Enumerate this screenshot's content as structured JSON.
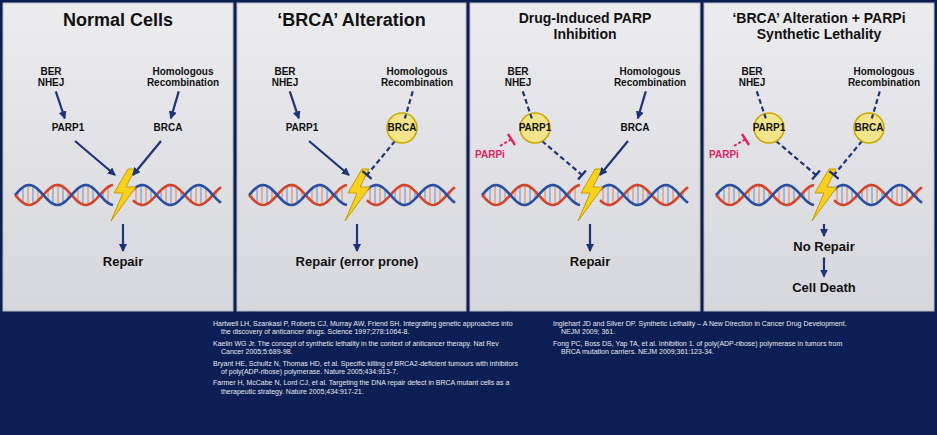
{
  "diagram": {
    "nodes": [
      {
        "text": [
          "Normal Cells"
        ]
      },
      {
        "text": [
          "BER NHEJ"
        ],
        "in": 0
      },
      {
        "text": [
          "Homologous Recombination"
        ],
        "in": 0
      },
      {
        "text": [
          "PARP1"
        ],
        "in": 0
      },
      {
        "text": [
          "BRCA"
        ],
        "in": 0
      },
      {
        "text": [
          "Repair"
        ],
        "in": 0
      },
      {
        "text": [
          "‘BRCA’ Alteration"
        ]
      },
      {
        "text": [
          "BER NHEJ"
        ],
        "in": 6
      },
      {
        "text": [
          "Homologous Recombination"
        ],
        "in": 6
      },
      {
        "text": [
          "PARP1"
        ],
        "in": 6
      },
      {
        "text": [
          "BRCA"
        ],
        "in": 6
      },
      {
        "text": [
          "Repair (error prone)"
        ],
        "in": 6
      },
      {
        "text": [
          "Drug-Induced PARP Inhibition"
        ]
      },
      {
        "text": [
          "BER NHEJ"
        ],
        "in": 12
      },
      {
        "text": [
          "Homologous Recombination"
        ],
        "in": 12
      },
      {
        "text": [
          "PARP1"
        ],
        "in": 12
      },
      {
        "text": [
          "BRCA"
        ],
        "in": 12
      },
      {
        "text": [
          "Repair"
        ],
        "in": 12
      },
      {
        "text": [
          "‘BRCA’ Alteration + PARPi Synthetic Lethality"
        ]
      },
      {
        "text": [
          "BER NHEJ"
        ],
        "in": 18
      },
      {
        "text": [
          "Homologous Recombination"
        ],
        "in": 18
      },
      {
        "text": [
          "PARP1"
        ],
        "in": 18
      },
      {
        "text": [
          "BRCA"
        ],
        "in": 18
      },
      {
        "text": [
          "No Repair"
        ],
        "in": 18
      },
      {
        "text": [
          "Cell Death"
        ],
        "in": 18
      }
    ],
    "edges": [
      {
        "from": 1,
        "to": 3,
        "arrow": "to"
      },
      {
        "from": 2,
        "to": 4,
        "arrow": "to"
      },
      {
        "from": 7,
        "to": 9,
        "arrow": "to"
      },
      {
        "from": 8,
        "to": 10,
        "arrow": "none"
      },
      {
        "from": 13,
        "to": 15,
        "arrow": "none"
      },
      {
        "from": 14,
        "to": 16,
        "arrow": "to"
      },
      {
        "from": 19,
        "to": 21,
        "arrow": "none"
      },
      {
        "from": 20,
        "to": 22,
        "arrow": "none"
      },
      {
        "from": 23,
        "to": 24,
        "arrow": "to"
      }
    ],
    "labels": [
      "PARPi",
      "PARPi",
      "Hartwell LH, Szankasi P, Roberts CJ, Murray AW, Friend SH. Integrating genetic approaches into the discovery of anticancer drugs. Science 1997;278:1064-8.",
      "Kaelin WG Jr. The concept of synthetic lethality in the context of anticancer therapy. Nat Rev Cancer 2005;5:689-98.",
      "Bryant HE, Schultz N, Thomas HD, et al. Specific killing of BRCA2-deficient tumours with inhibitors of poly(ADP-ribose) polymerase. Nature 2005;434:913-7.",
      "Farmer H, McCabe N, Lord CJ, et al. Targeting the DNA repair defect in BRCA mutant cells as a therapeutic strategy. Nature 2005;434:917-21.",
      "Inglehart JD and Silver DP. Synthetic Lethality – A New Direction in Cancer Drug Development. NEJM 2009; 361.",
      "Fong PC, Boss DS, Yap TA, et al. Inhibition 1. of poly(ADP-ribose) polymerase in tumors from BRCA mutation carriers. NEJM 2009;361:123-34."
    ]
  }
}
